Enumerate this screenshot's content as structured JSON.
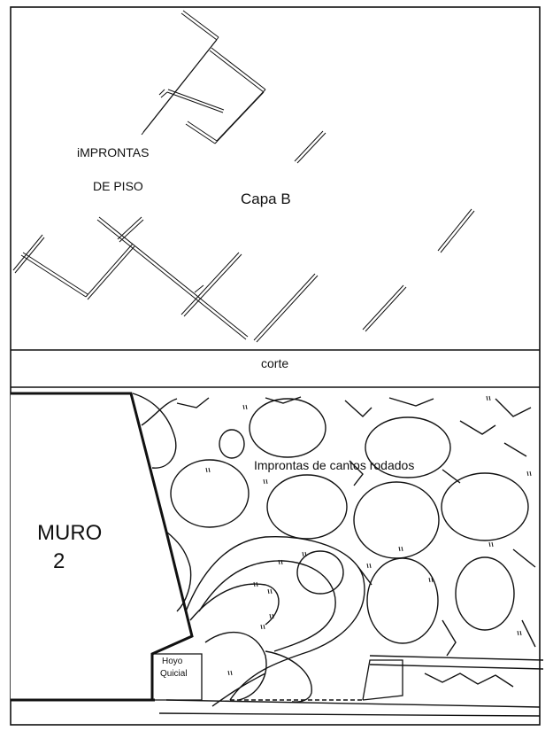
{
  "labels": {
    "improntas_line1": "iMPRONTAS",
    "improntas_line2": "DE PISO",
    "capa": "Capa B",
    "corte": "corte",
    "cantos": "Improntas de cantos rodados",
    "muro_line1": "MURO",
    "muro_line2": "2",
    "hoyo_line1": "Hoyo",
    "hoyo_line2": "Quicial"
  },
  "colors": {
    "ink": "#111111",
    "paper": "#ffffff"
  }
}
